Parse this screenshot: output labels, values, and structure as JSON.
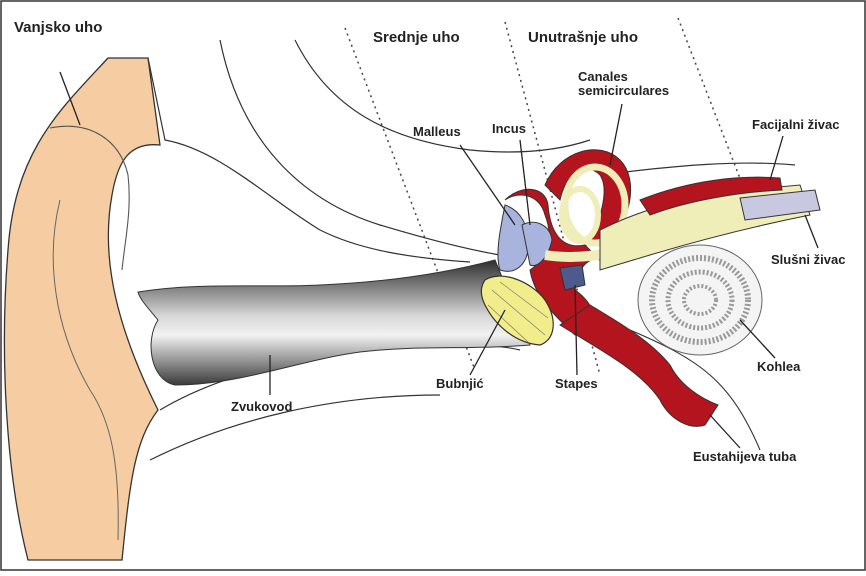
{
  "labels": {
    "outer_ear": "Vanjsko uho",
    "middle_ear": "Srednje uho",
    "inner_ear": "Unutrašnje uho",
    "semicircular_canals": "Canales semicirculares",
    "malleus": "Malleus",
    "incus": "Incus",
    "facial_nerve": "Facijalni živac",
    "auditory_nerve": "Slušni živac",
    "cochlea": "Kohlea",
    "eardrum": "Bubnjić",
    "stapes": "Stapes",
    "ear_canal": "Zvukovod",
    "eustachian_tube": "Eustahijeva tuba"
  },
  "colors": {
    "skin": "#f6cda2",
    "bone_red": "#b3141e",
    "eardrum_yellow": "#f1ed8a",
    "ossicle_blue": "#a9b4de",
    "nerve_yellow": "#efedb8",
    "canal_gray": "#7a7a7a"
  }
}
